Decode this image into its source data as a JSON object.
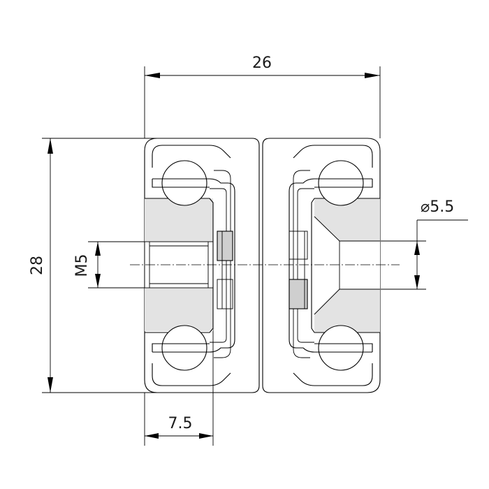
{
  "dimensions": {
    "width": "26",
    "height": "28",
    "thread": "M5",
    "offset": "7.5",
    "hole_diameter": "⌀5.5"
  }
}
